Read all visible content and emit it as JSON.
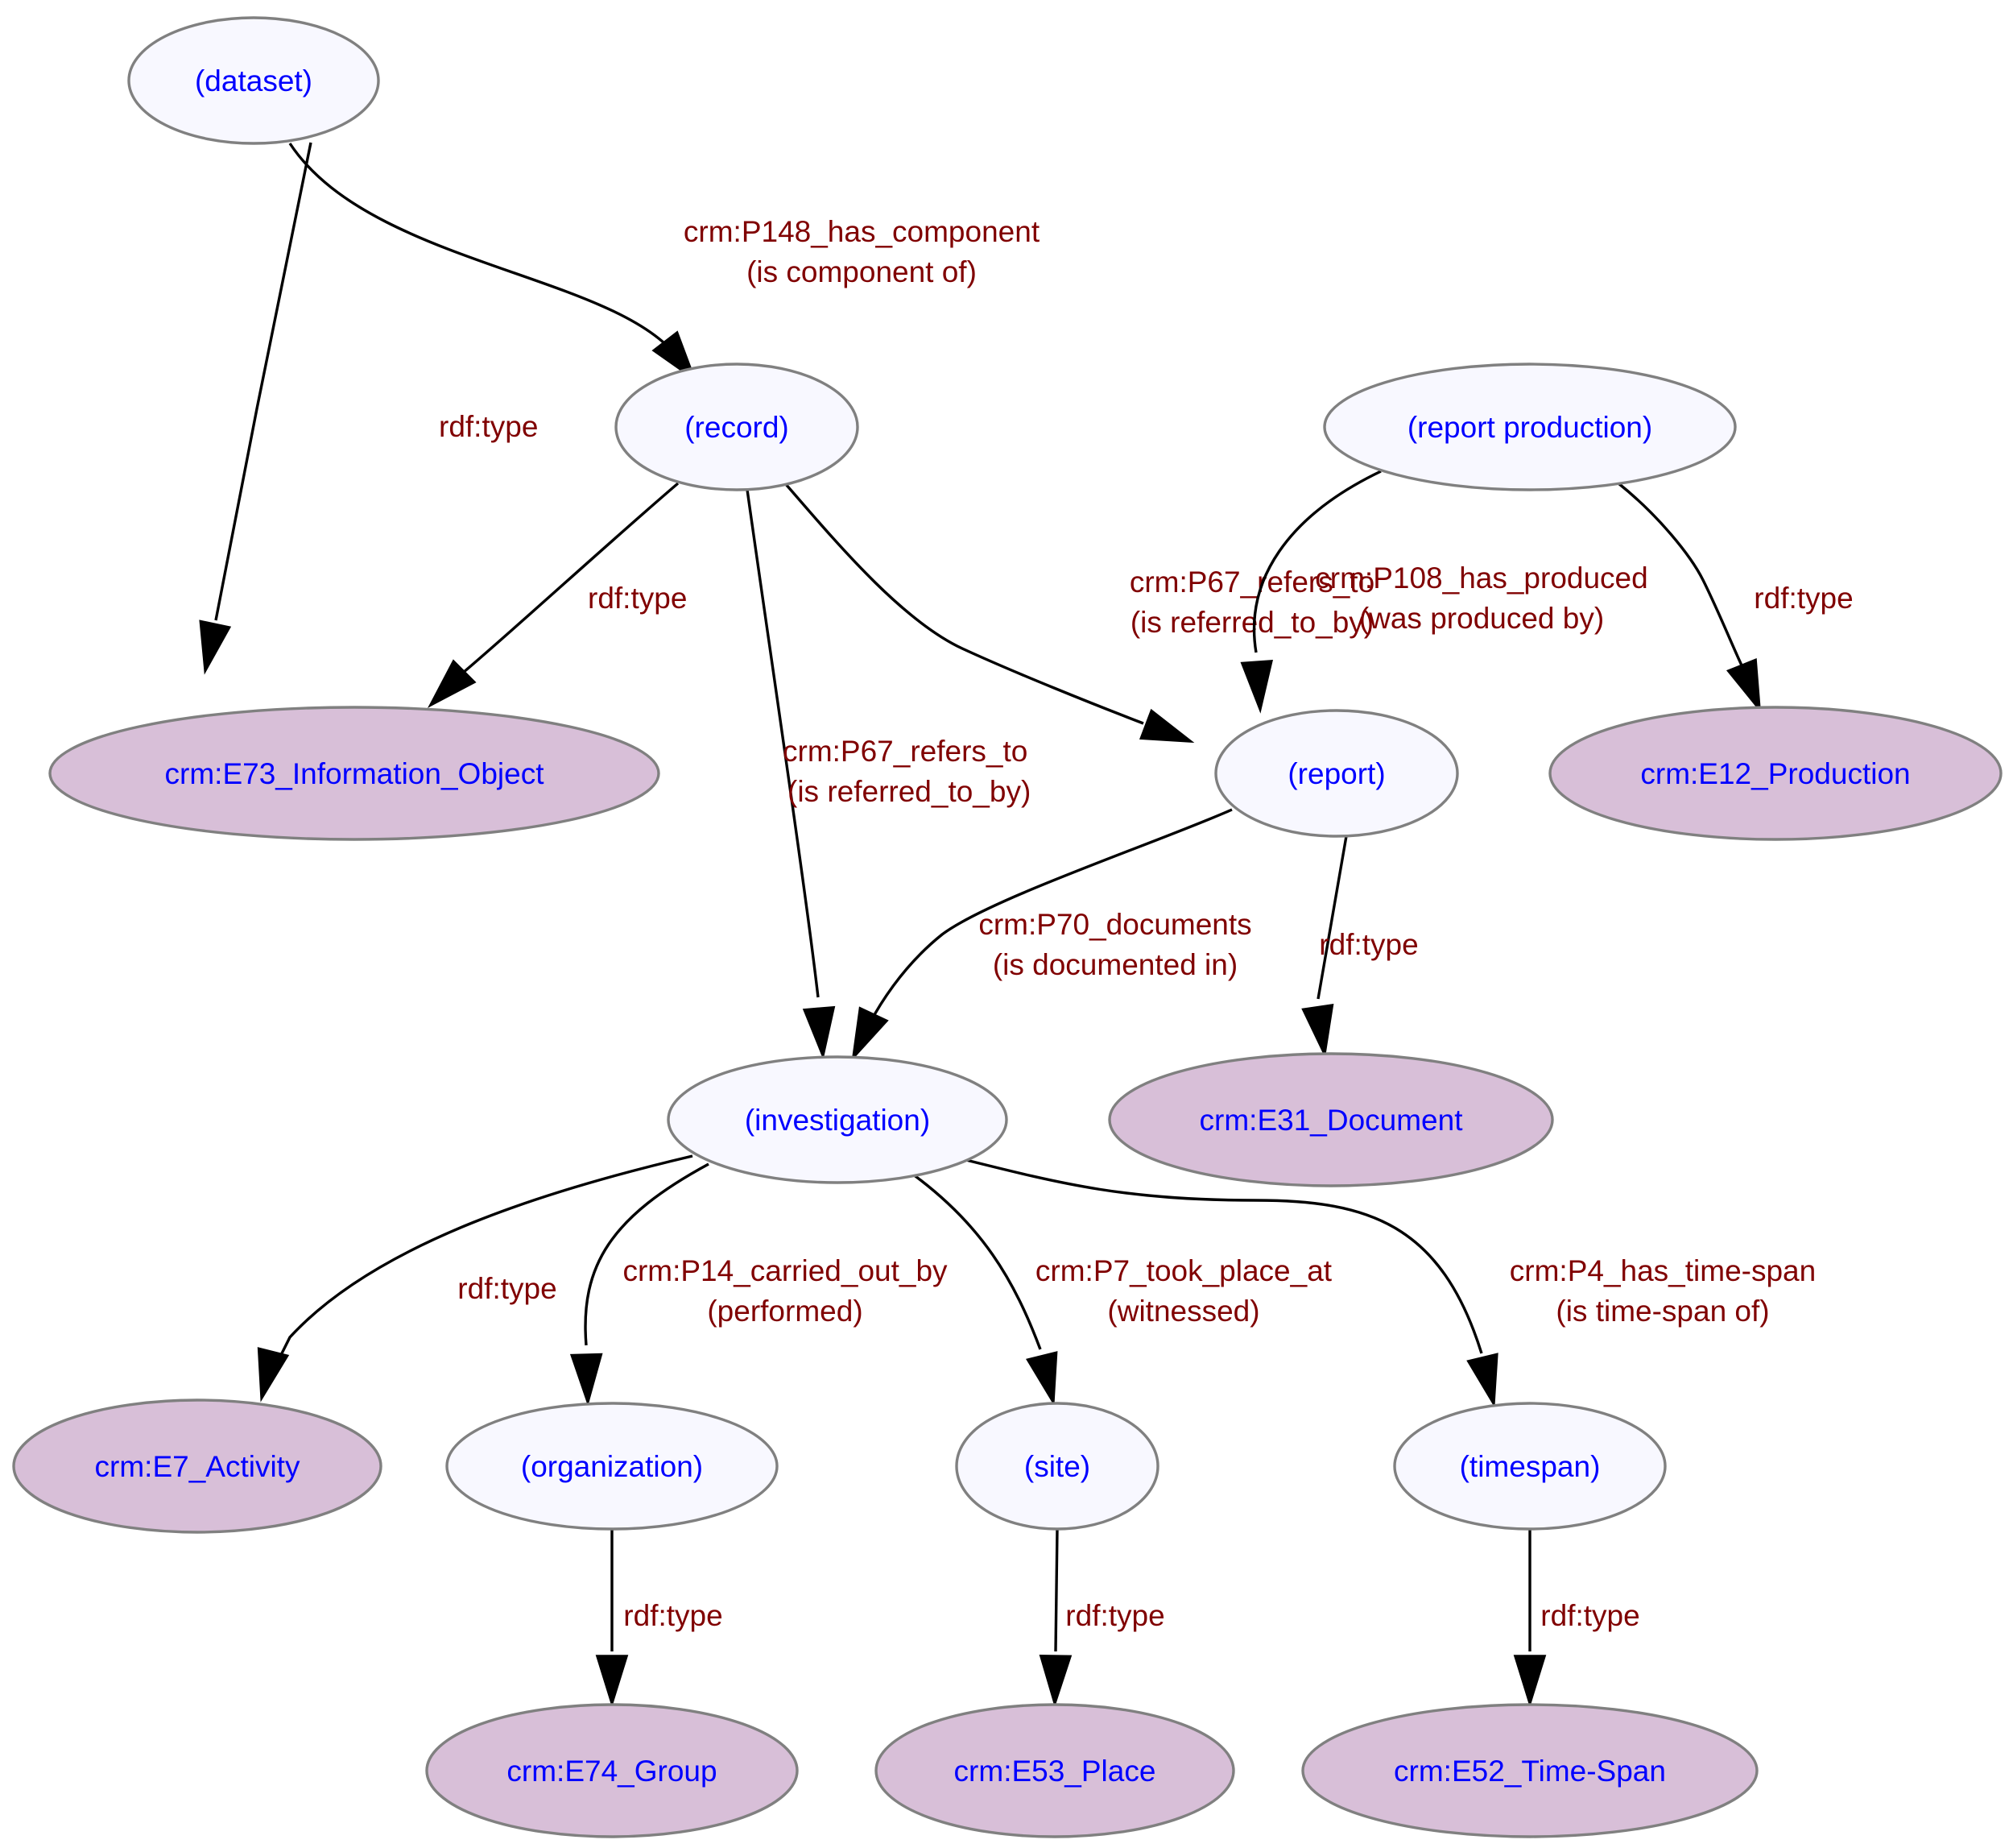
{
  "nodes": {
    "dataset": "(dataset)",
    "record": "(record)",
    "report_production": "(report production)",
    "information_object": "crm:E73_Information_Object",
    "report": "(report)",
    "production": "crm:E12_Production",
    "investigation": "(investigation)",
    "document": "crm:E31_Document",
    "activity": "crm:E7_Activity",
    "organization": "(organization)",
    "site": "(site)",
    "timespan": "(timespan)",
    "group": "crm:E74_Group",
    "place": "crm:E53_Place",
    "time_span": "crm:E52_Time-Span"
  },
  "edges": {
    "rdf_type": "rdf:type",
    "has_component": "crm:P148_has_component",
    "has_component_inv": "(is component of)",
    "refers_to": "crm:P67_refers_to",
    "refers_to_inv": "(is referred_to_by)",
    "has_produced": "crm:P108_has_produced",
    "has_produced_inv": "(was produced by)",
    "documents": "crm:P70_documents",
    "documents_inv": "(is documented in)",
    "carried_out_by": "crm:P14_carried_out_by",
    "carried_out_by_inv": "(performed)",
    "took_place_at": "crm:P7_took_place_at",
    "took_place_at_inv": "(witnessed)",
    "has_time_span": "crm:P4_has_time-span",
    "has_time_span_inv": "(is time-span of)"
  }
}
